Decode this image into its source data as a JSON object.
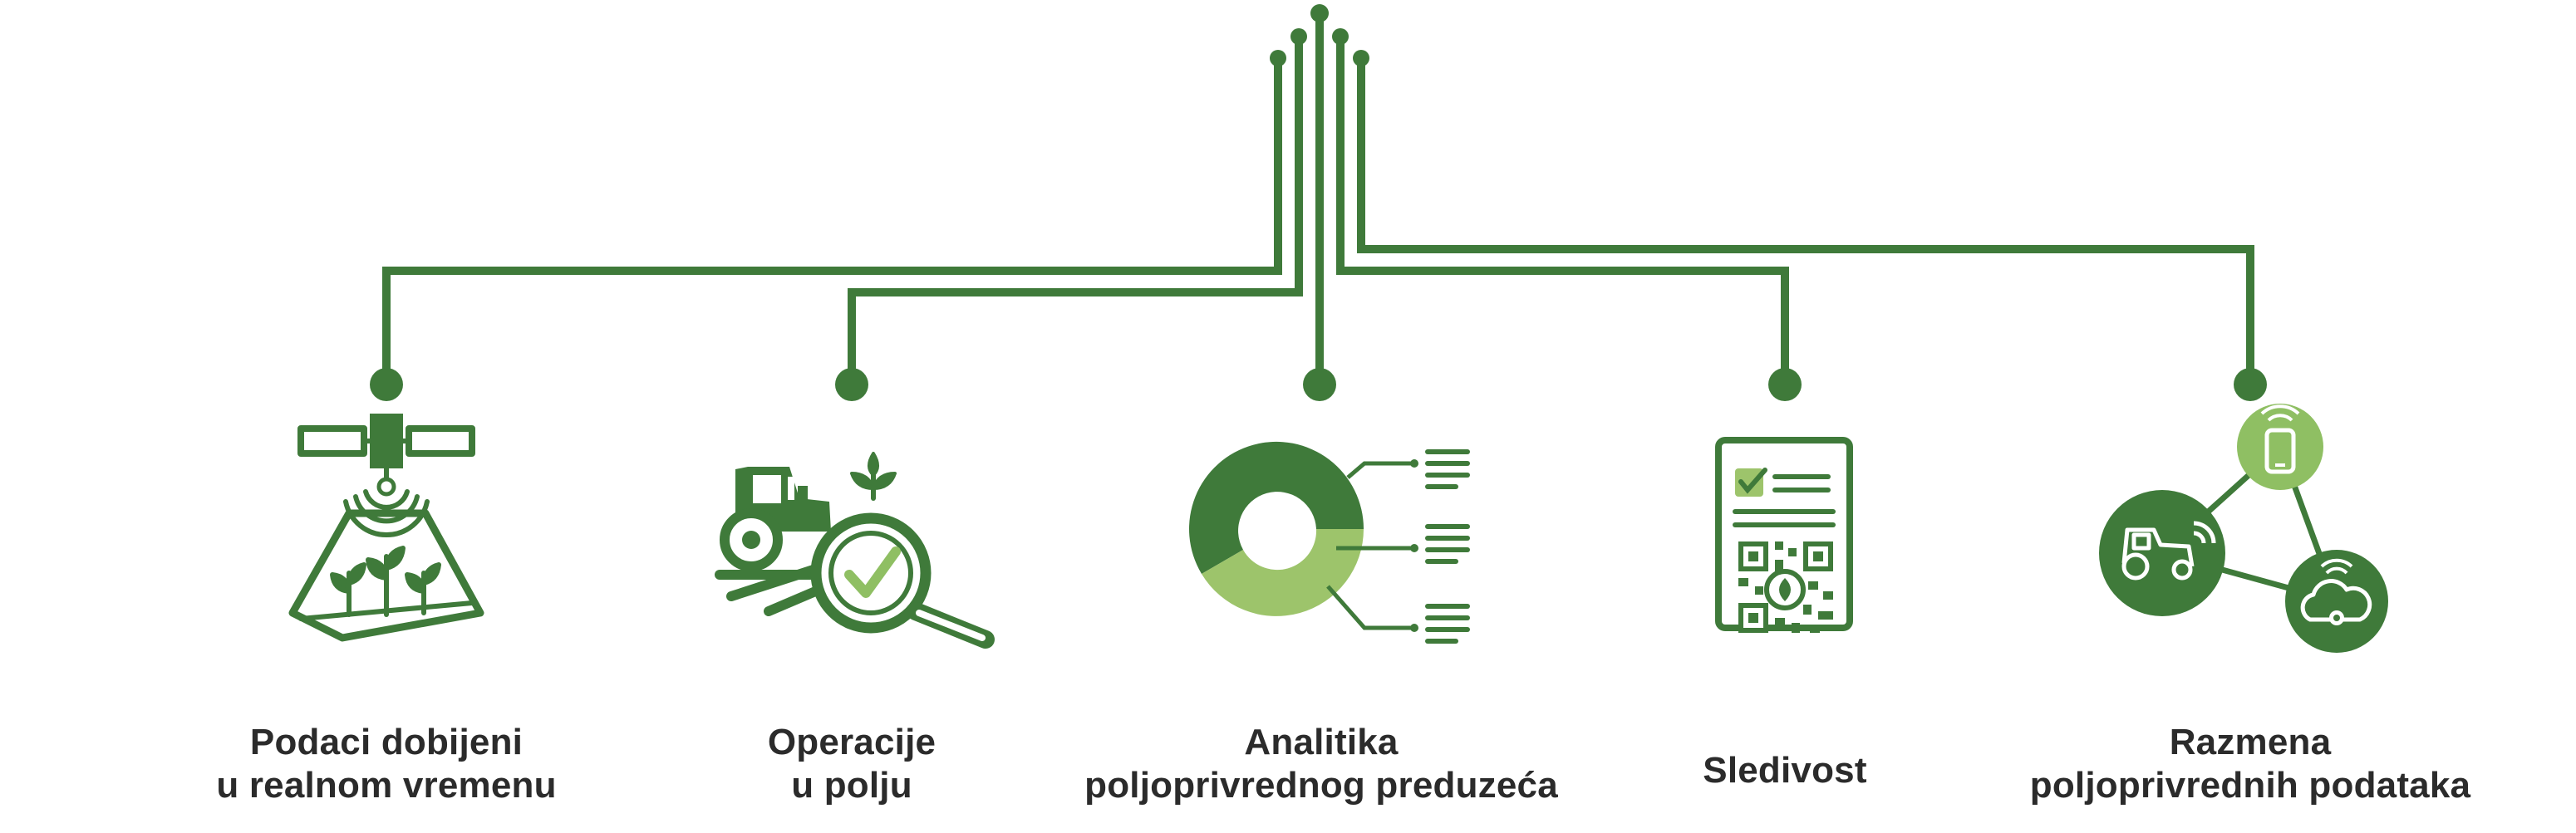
{
  "colors": {
    "dark_green": "#3f7a3a",
    "light_green": "#9dc46b",
    "text": "#2b2b2b"
  },
  "items": [
    {
      "icon": "satellite-field-icon",
      "line1": "Podaci dobijeni",
      "line2": "u realnom vremenu"
    },
    {
      "icon": "tractor-magnifier-check-icon",
      "line1": "Operacije",
      "line2": "u polju"
    },
    {
      "icon": "donut-chart-icon",
      "line1": "Analitika",
      "line2": "poljoprivrednog preduzeća"
    },
    {
      "icon": "qr-document-icon",
      "line1": "Sledivost",
      "line2": ""
    },
    {
      "icon": "data-exchange-network-icon",
      "line1": "Razmena",
      "line2": "poljoprivrednih podataka"
    }
  ]
}
